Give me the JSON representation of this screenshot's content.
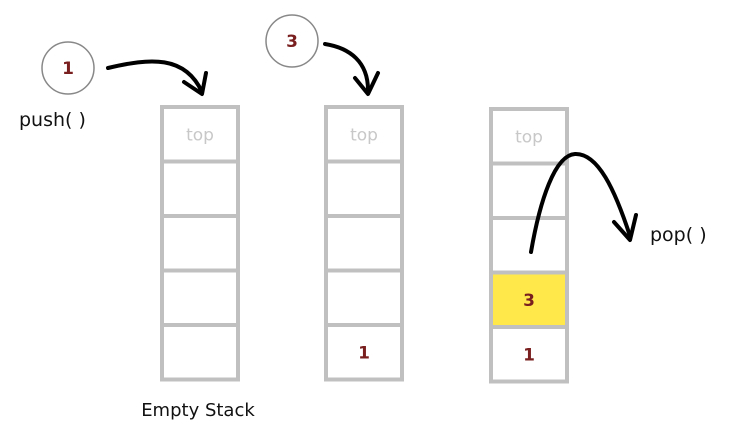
{
  "element_values": {
    "push_value": "1",
    "second_value": "3"
  },
  "labels": {
    "push_op": "push( )",
    "pop_op": "pop( )",
    "empty_caption": "Empty Stack"
  },
  "stacks": [
    {
      "cells": [
        "top",
        "",
        "",
        "",
        ""
      ]
    },
    {
      "cells": [
        "top",
        "",
        "",
        "",
        "1"
      ]
    },
    {
      "cells": [
        "top",
        "",
        "",
        "3",
        "1"
      ],
      "highlight_index": 3
    }
  ],
  "colors": {
    "highlight": "#ffe94a",
    "value_text": "#7a1f1f",
    "top_text": "#c8c8c8",
    "border": "#c0c0c0"
  }
}
